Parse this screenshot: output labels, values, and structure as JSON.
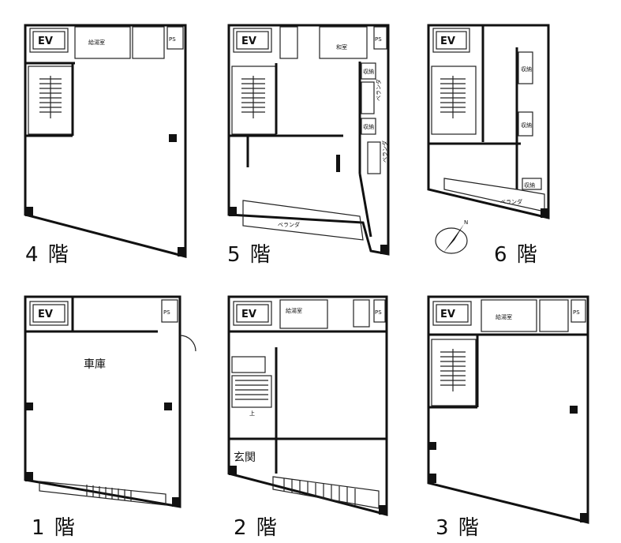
{
  "floors": [
    {
      "id": "4f",
      "label": "4 階"
    },
    {
      "id": "5f",
      "label": "5 階"
    },
    {
      "id": "6f",
      "label": "6 階"
    },
    {
      "id": "1f",
      "label": "1 階"
    },
    {
      "id": "2f",
      "label": "2 階"
    },
    {
      "id": "3f",
      "label": "3 階"
    }
  ],
  "labels": {
    "ev": "EV",
    "ps": "PS",
    "kyuto": "給湯室",
    "washitsu": "和室",
    "shuno": "収納",
    "veranda": "ベランダ",
    "garage": "車庫",
    "entrance": "玄関",
    "up": "上",
    "north": "N"
  }
}
